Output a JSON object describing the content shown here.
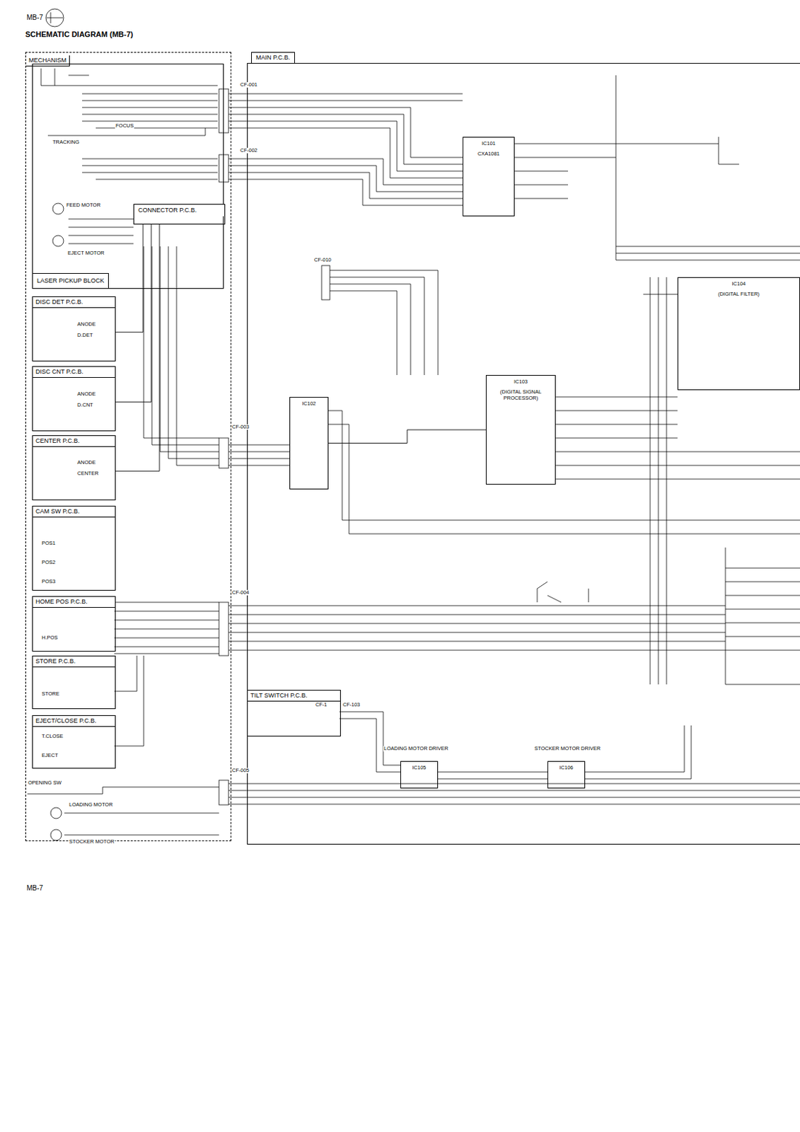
{
  "diagram": {
    "title": "SCHEMATIC DIAGRAM (MB-7)",
    "nodes": [
      {
        "text": [
          "MECHANISM"
        ]
      },
      {
        "text": [
          "LASER PICKUP BLOCK"
        ],
        "in": 0
      },
      {
        "text": [
          "CONNECTOR P.C.B."
        ],
        "in": 0
      },
      {
        "text": [
          "DISC DET P.C.B."
        ],
        "in": 0
      },
      {
        "text": [
          "DISC CNT P.C.B."
        ],
        "in": 0
      },
      {
        "text": [
          "CENTER P.C.B."
        ],
        "in": 0
      },
      {
        "text": [
          "CAM SW P.C.B."
        ],
        "in": 0
      },
      {
        "text": [
          "HOME POS P.C.B."
        ],
        "in": 0
      },
      {
        "text": [
          "STORE P.C.B."
        ],
        "in": 0
      },
      {
        "text": [
          "EJECT/CLOSE P.C.B."
        ],
        "in": 0
      },
      {
        "text": [
          "MAIN P.C.B."
        ]
      },
      {
        "text": [
          "IC101",
          "CXA1081"
        ],
        "in": 10
      },
      {
        "text": [
          "IC102"
        ],
        "in": 10
      },
      {
        "text": [
          "IC103",
          "(DIGITAL SIGNAL PROCESSOR)"
        ],
        "in": 10
      },
      {
        "text": [
          "IC104",
          "(DIGITAL FILTER)"
        ],
        "in": 10
      },
      {
        "text": [
          "TILT SWITCH P.C.B."
        ],
        "in": 10
      },
      {
        "text": [
          "IC105"
        ],
        "in": 10
      },
      {
        "text": [
          "IC106"
        ],
        "in": 10
      }
    ],
    "edges": [
      {
        "from": 3,
        "to": 2,
        "arrow": "none"
      },
      {
        "from": 4,
        "to": 2,
        "arrow": "none"
      },
      {
        "from": 5,
        "to": 2,
        "arrow": "none"
      },
      {
        "from": 12,
        "to": 13,
        "arrow": "none"
      }
    ],
    "labels": [
      "MB-7",
      "MB-7",
      "TRACKING",
      "FOCUS",
      "FEED MOTOR",
      "EJECT MOTOR",
      "LOADING MOTOR",
      "STOCKER MOTOR",
      "CF-001",
      "CF-002",
      "CF-003",
      "CF-004",
      "CF-005",
      "CF-010",
      "CF-1",
      "CF-103",
      "LOADING MOTOR DRIVER",
      "STOCKER MOTOR DRIVER",
      "ANODE",
      "D.DET",
      "ANODE",
      "D.CNT",
      "ANODE",
      "CENTER",
      "POS1",
      "POS2",
      "POS3",
      "H.POS",
      "STORE",
      "T.CLOSE",
      "EJECT",
      "OPENING SW"
    ]
  }
}
